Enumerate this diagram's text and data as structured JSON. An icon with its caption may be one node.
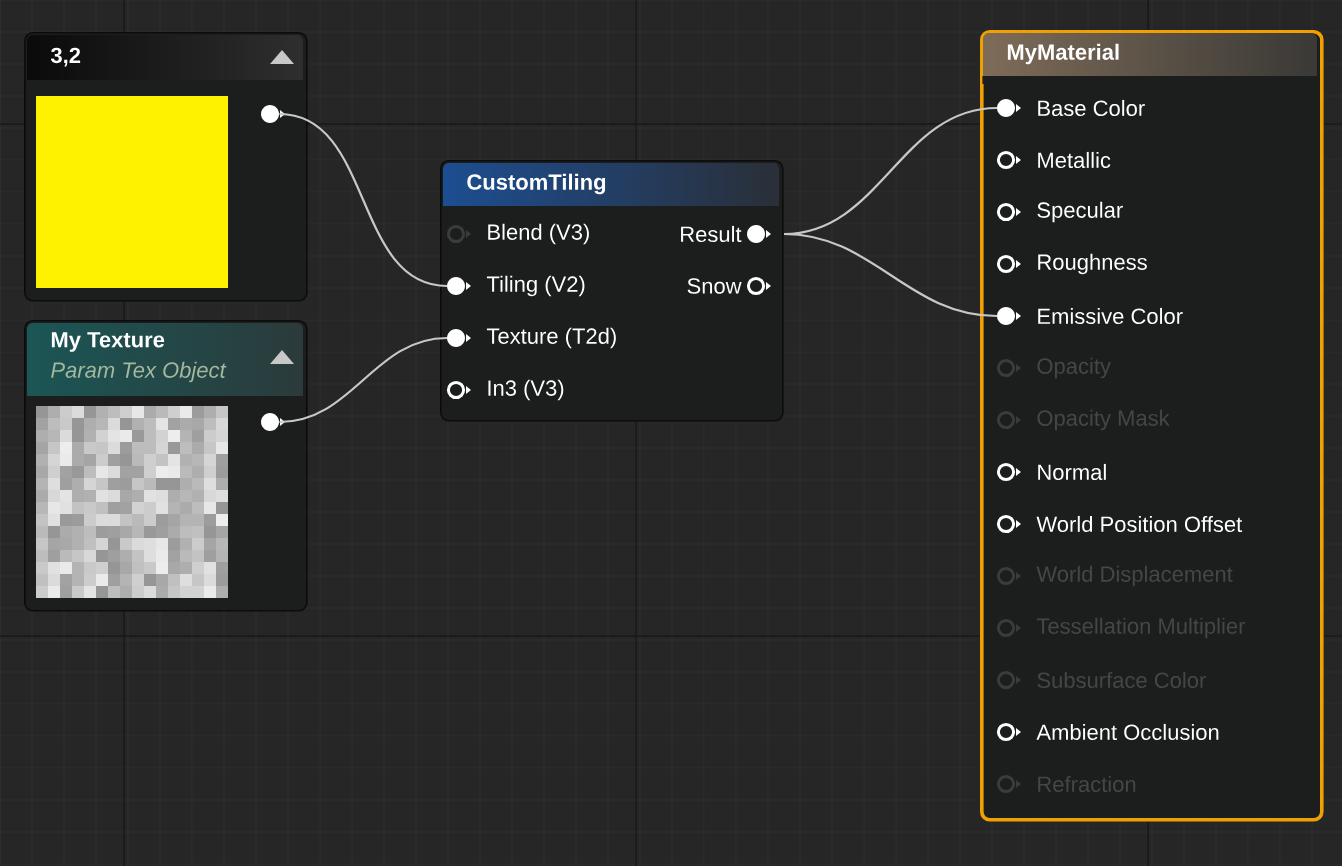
{
  "diagram": {
    "nodes": [
      {
        "text": [
          "3,2"
        ]
      },
      {
        "text": [],
        "shape": "circle",
        "in": 0
      },
      {
        "text": [
          "My Texture",
          "Param Tex Object"
        ]
      },
      {
        "text": [],
        "shape": "circle",
        "in": 2
      },
      {
        "text": [
          "CustomTiling"
        ]
      },
      {
        "text": [
          "Blend (V3)"
        ],
        "in": 4
      },
      {
        "text": [
          "Tiling (V2)"
        ],
        "in": 4
      },
      {
        "text": [
          "Texture (T2d)"
        ],
        "in": 4
      },
      {
        "text": [
          "In3 (V3)"
        ],
        "in": 4
      },
      {
        "text": [
          "Result"
        ],
        "in": 4
      },
      {
        "text": [
          "Snow"
        ],
        "in": 4
      },
      {
        "text": [
          "MyMaterial"
        ]
      },
      {
        "text": [
          "Base Color"
        ],
        "in": 11
      },
      {
        "text": [
          "Metallic"
        ],
        "in": 11
      },
      {
        "text": [
          "Specular"
        ],
        "in": 11
      },
      {
        "text": [
          "Roughness"
        ],
        "in": 11
      },
      {
        "text": [
          "Emissive Color"
        ],
        "in": 11
      },
      {
        "text": [
          "Opacity"
        ],
        "in": 11
      },
      {
        "text": [
          "Opacity Mask"
        ],
        "in": 11
      },
      {
        "text": [
          "Normal"
        ],
        "in": 11
      },
      {
        "text": [
          "World Position Offset"
        ],
        "in": 11
      },
      {
        "text": [
          "World Displacement"
        ],
        "in": 11
      },
      {
        "text": [
          "Tessellation Multiplier"
        ],
        "in": 11
      },
      {
        "text": [
          "Subsurface Color"
        ],
        "in": 11
      },
      {
        "text": [
          "Ambient Occlusion"
        ],
        "in": 11
      },
      {
        "text": [
          "Refraction"
        ],
        "in": 11
      }
    ],
    "edges": [
      {
        "from": 1,
        "to": 6,
        "arrow": "none"
      },
      {
        "from": 3,
        "to": 7,
        "arrow": "none"
      },
      {
        "from": 9,
        "to": 12,
        "arrow": "none"
      },
      {
        "from": 9,
        "to": 16,
        "arrow": "none"
      }
    ]
  }
}
